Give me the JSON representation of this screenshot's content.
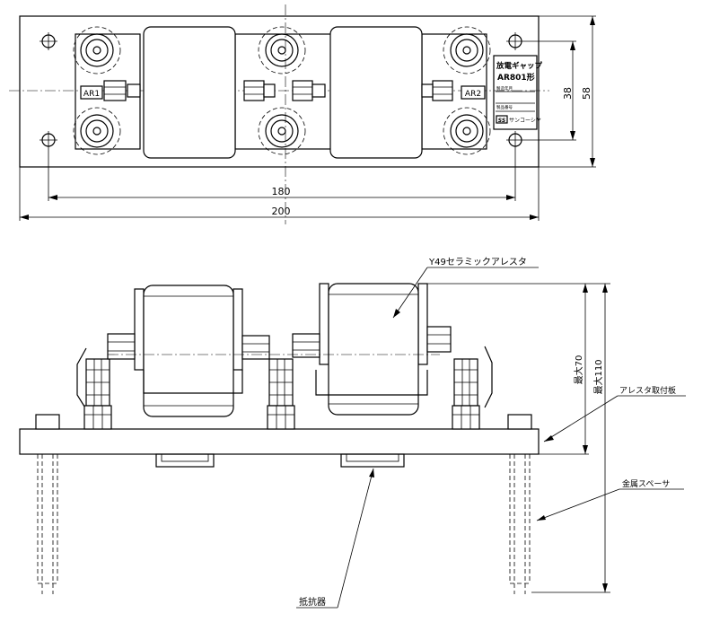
{
  "top_view": {
    "dim_width_outer": "200",
    "dim_width_holes": "180",
    "dim_height_outer": "58",
    "dim_height_holes": "38",
    "tag_left": "AR1",
    "tag_right": "AR2",
    "nameplate": {
      "title": "放電ギャップ",
      "model": "AR801形",
      "field1": "製造年月",
      "field2": "製品番号",
      "maker": "サンコーシヤ",
      "logo_text": "SS"
    }
  },
  "front_view": {
    "label_arrester": "Y49セラミックアレスタ",
    "label_plate": "アレスタ取付板",
    "label_spacer": "金属スペーサ",
    "label_resistor": "抵抗器",
    "dim_max70": "最大70",
    "dim_max110": "最大110"
  }
}
